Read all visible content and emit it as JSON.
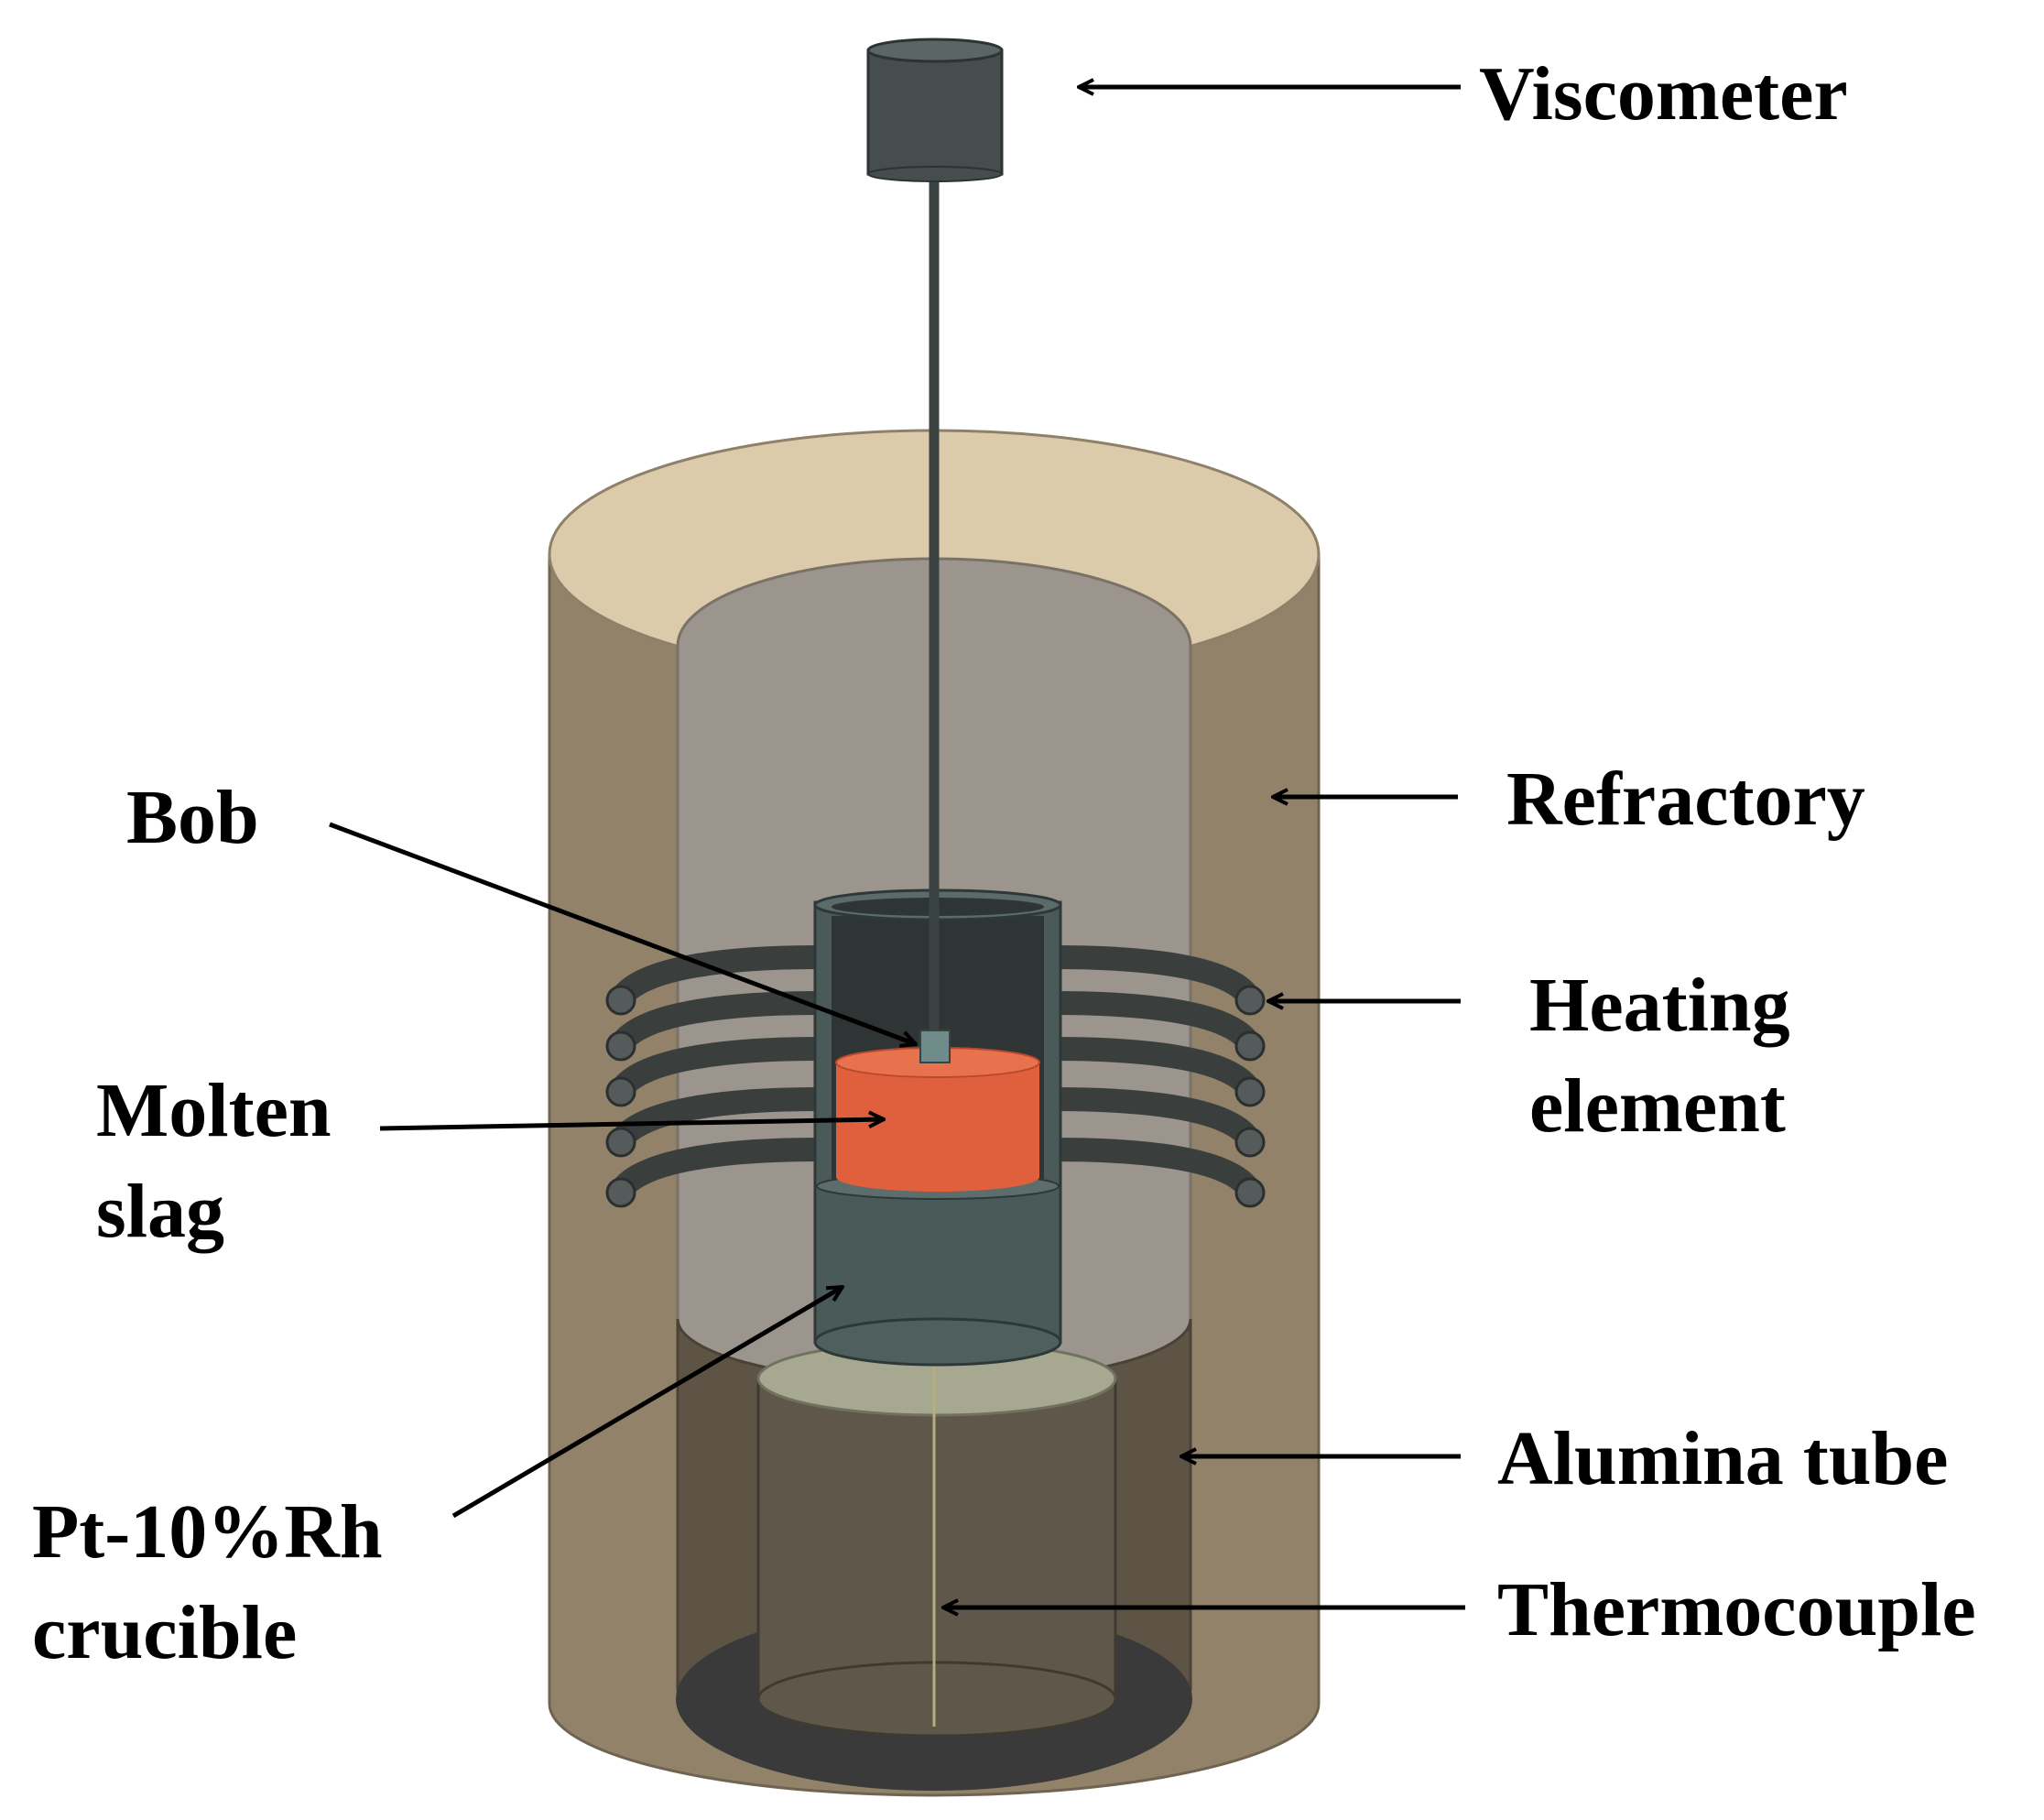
{
  "labels": {
    "viscometer": "Viscometer",
    "refractory": "Refractory",
    "heating_line1": "Heating",
    "heating_line2": "element",
    "alumina_tube": "Alumina tube",
    "thermocouple": "Thermocouple",
    "bob": "Bob",
    "molten_line1": "Molten",
    "molten_line2": "slag",
    "crucible_line1": "Pt-10%Rh",
    "crucible_line2": "crucible"
  },
  "colors": {
    "refractory_top": "#dccbab",
    "refractory_side": "#918269",
    "cavity": "#9c958d",
    "alumina_tube": "#5d5446",
    "crucible": "#4a5a59",
    "crucible_interior": "#2f3535",
    "molten_slag": "#e0603d",
    "heating_element": "#3a3f3e",
    "viscometer": "#454d4d",
    "pedestal_top": "#a6a890",
    "furnace_floor": "#3a3a3a"
  }
}
